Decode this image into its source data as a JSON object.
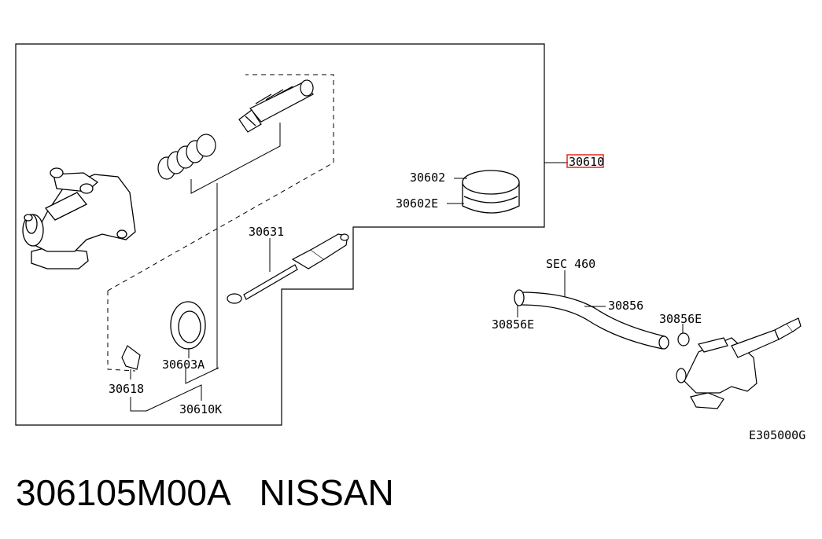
{
  "labels": {
    "part_30610": "30610",
    "part_30602": "30602",
    "part_30602E": "30602E",
    "part_30631": "30631",
    "part_30603A": "30603A",
    "part_30618": "30618",
    "part_30610K": "30610K",
    "sec_460": "SEC 460",
    "part_30856": "30856",
    "part_30856E_left": "30856E",
    "part_30856E_right": "30856E",
    "diagram_code": "E305000G"
  },
  "caption": {
    "part_number": "306105M00A",
    "brand": "NISSAN"
  },
  "colors": {
    "highlight": "#e8261c",
    "line": "#000000"
  }
}
